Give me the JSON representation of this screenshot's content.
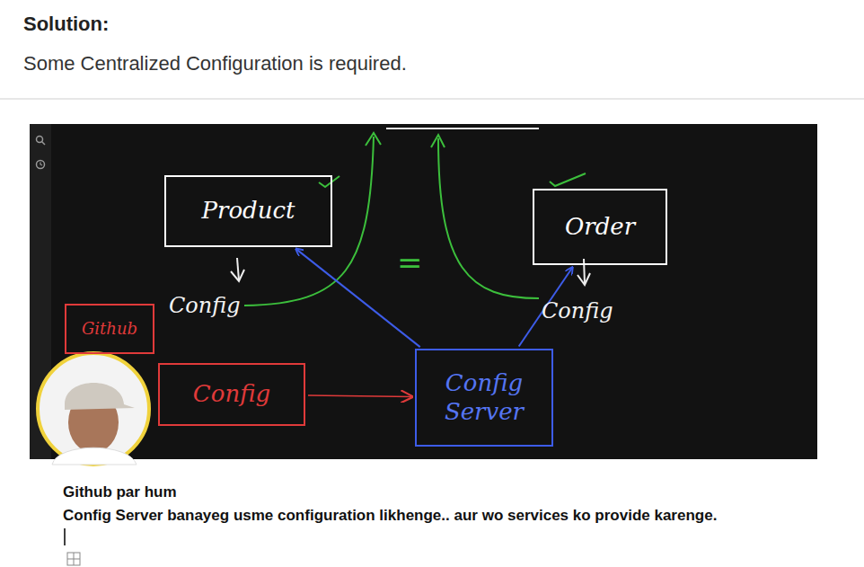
{
  "diagram": {
    "title": "Solution:",
    "nodes": [
      {
        "text": [
          "Product"
        ]
      },
      {
        "text": [
          "Order"
        ]
      },
      {
        "text": [
          "Github"
        ]
      },
      {
        "text": [
          "Config"
        ]
      },
      {
        "text": [
          "Config Server"
        ]
      }
    ],
    "edges": [
      {
        "from": 4,
        "to": 0,
        "arrow": "to"
      },
      {
        "from": 4,
        "to": 1,
        "arrow": "to"
      },
      {
        "from": 3,
        "to": 4,
        "arrow": "to"
      }
    ],
    "labels": [
      "Some Centralized Configuration is required.",
      "Config",
      "Config",
      "=",
      "Github par hum",
      "Config Server banayeg usme configuration likhenge.. aur wo services ko provide karenge."
    ]
  }
}
